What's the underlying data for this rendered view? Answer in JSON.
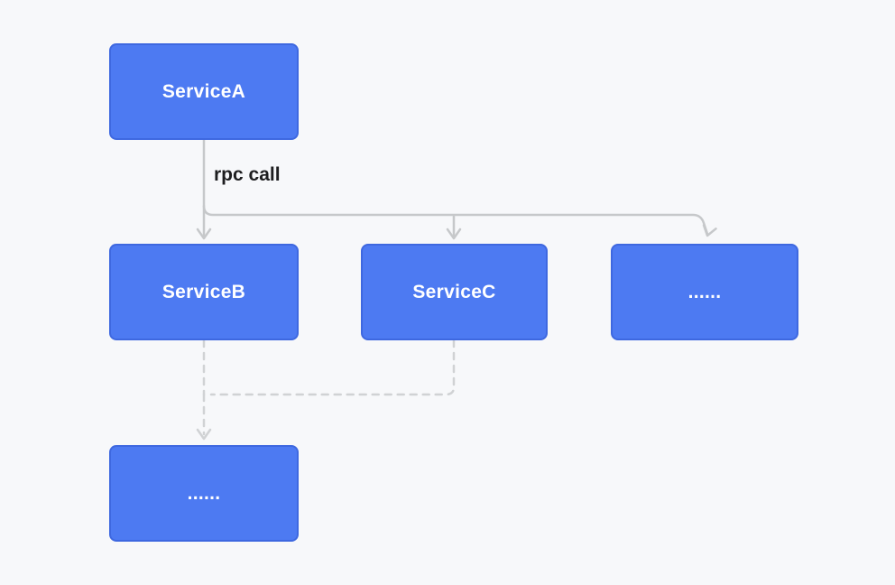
{
  "diagram": {
    "edge_label": "rpc call",
    "nodes": {
      "service_a": {
        "label": "ServiceA"
      },
      "service_b": {
        "label": "ServiceB"
      },
      "service_c": {
        "label": "ServiceC"
      },
      "more_top": {
        "label": "......"
      },
      "more_bottom": {
        "label": "......"
      }
    },
    "edges": [
      {
        "from": "service_a",
        "to": "service_b",
        "style": "solid",
        "label": "rpc call"
      },
      {
        "from": "service_a",
        "to": "service_c",
        "style": "solid"
      },
      {
        "from": "service_a",
        "to": "more_top",
        "style": "solid"
      },
      {
        "from": "service_b",
        "to": "more_bottom",
        "style": "dashed"
      },
      {
        "from": "service_c",
        "to": "more_bottom",
        "style": "dashed"
      }
    ],
    "colors": {
      "background": "#f7f8fa",
      "node_fill": "#4d7af2",
      "node_border": "#3e68e0",
      "node_text": "#ffffff",
      "solid_connector": "#c6c8ca",
      "dashed_connector": "#d0d2d4",
      "edge_label_text": "#1d1d1f"
    }
  }
}
